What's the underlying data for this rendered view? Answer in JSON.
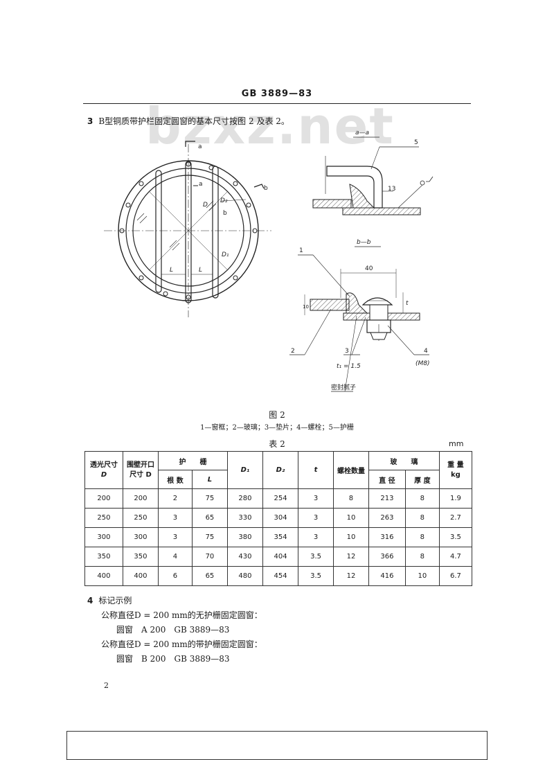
{
  "header": {
    "title": "GB 3889—83",
    "watermark": "bzxz.net"
  },
  "section3": {
    "num": "3",
    "text": "B型铜质带护栏固定圆窗的基本尺寸按图 2 及表 2。"
  },
  "figure": {
    "labels": {
      "aa": "a—a",
      "bb": "b—b",
      "a_mark1": "a",
      "a_mark2": "a",
      "b_mark1": "b",
      "b_mark2": "b",
      "D": "D",
      "D1": "D₁",
      "D2": "D₂",
      "L1": "L",
      "L2": "L",
      "p1": "1",
      "p2": "2",
      "p3": "3",
      "p4": "4",
      "p5": "5",
      "dim40": "40",
      "dim13": "13",
      "dim10": "10",
      "t1": "t₁ = 1.5",
      "m8": "(M8)",
      "seal": "密封腻子",
      "t": "t"
    },
    "caption": "图 2",
    "legend": "1—窗框；2—玻璃；3—垫片；4—螺栓；5—护栅"
  },
  "table": {
    "title": "表 2",
    "unit": "mm",
    "headers": {
      "clear_opening": "透光尺寸",
      "clear_opening_sym": "D",
      "wall_opening": "围壁开口",
      "wall_opening_sym": "尺寸 D",
      "grid": "护　　栅",
      "grid_count": "根 数",
      "grid_L": "L",
      "D1": "D₁",
      "D2": "D₂",
      "t": "t",
      "bolts": "螺栓数量",
      "glass": "玻　　璃",
      "glass_dia": "直 径",
      "glass_thk": "厚 度",
      "weight": "重 量",
      "weight_unit": "kg"
    },
    "rows": [
      [
        "200",
        "200",
        "2",
        "75",
        "280",
        "254",
        "3",
        "8",
        "213",
        "8",
        "1.9"
      ],
      [
        "250",
        "250",
        "3",
        "65",
        "330",
        "304",
        "3",
        "10",
        "263",
        "8",
        "2.7"
      ],
      [
        "300",
        "300",
        "3",
        "75",
        "380",
        "354",
        "3",
        "10",
        "316",
        "8",
        "3.5"
      ],
      [
        "350",
        "350",
        "4",
        "70",
        "430",
        "404",
        "3.5",
        "12",
        "366",
        "8",
        "4.7"
      ],
      [
        "400",
        "400",
        "6",
        "65",
        "480",
        "454",
        "3.5",
        "12",
        "416",
        "10",
        "6.7"
      ]
    ]
  },
  "section4": {
    "num": "4",
    "title": "标记示例",
    "line1": "公称直径D = 200 mm的无护栅固定圆窗：",
    "line2": "圆窗　A 200　GB 3889—83",
    "line3": "公称直径D = 200 mm的带护栅固定圆窗：",
    "line4": "圆窗　B 200　GB 3889—83"
  },
  "page_number": "2"
}
